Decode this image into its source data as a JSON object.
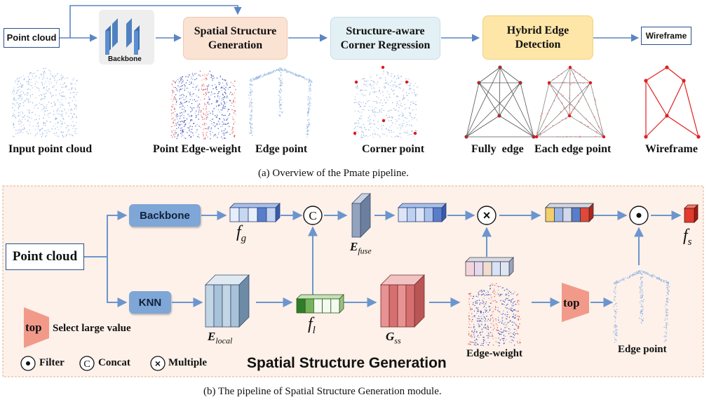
{
  "top": {
    "input_label": "Point cloud",
    "backbone_label": "Backbone",
    "stage1": "Spatial Structure Generation",
    "stage2": "Structure-aware Corner Regression",
    "stage3": "Hybrid Edge Detection",
    "output_label": "Wireframe",
    "captions": [
      "Input point cloud",
      "Point Edge-weight",
      "Edge point",
      "Corner point",
      "Fully  edge",
      "Each edge point",
      "Wireframe"
    ],
    "caption_a": "(a) Overview of the Pmate pipeline.",
    "colors": {
      "stage1": "#fbe3d4",
      "stage2": "#e3f1f6",
      "stage3": "#fde6a7"
    }
  },
  "bottom": {
    "title": "Spatial Structure Generation",
    "point_cloud": "Point cloud",
    "backbone": "Backbone",
    "knn": "KNN",
    "fg": {
      "base": "f",
      "sub": "g"
    },
    "fl": {
      "base": "f",
      "sub": "l"
    },
    "fs": {
      "base": "f",
      "sub": "s"
    },
    "efuse": {
      "base": "E",
      "sub": "fuse"
    },
    "elocal": {
      "base": "E",
      "sub": "local"
    },
    "gss": {
      "base": "G",
      "sub": "ss"
    },
    "concat_symbol": "C",
    "multiply_symbol": "×",
    "top_label": "top",
    "edge_weight": "Edge-weight",
    "edge_point": "Edge point",
    "legend": {
      "top_desc": "Select large value",
      "filter": "Filter",
      "concat": "Concat",
      "multiple": "Multiple"
    },
    "caption_b": "(b) The pipeline of Spatial Structure Generation module.",
    "colors": {
      "panel": "#fdf1e9",
      "panel_border": "#e0b08e",
      "button": "#7ea6d6",
      "top_shape": "#f29a8a"
    }
  }
}
